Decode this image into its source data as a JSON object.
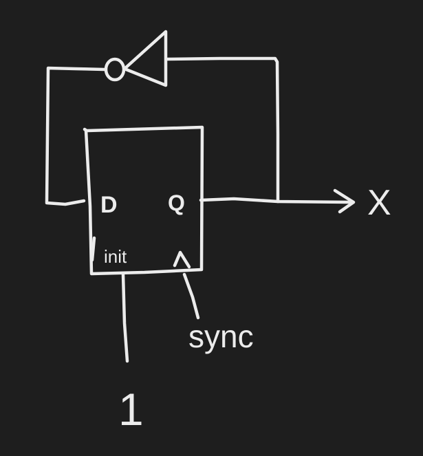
{
  "canvas": {
    "background": "#1e1e1e",
    "ink_color": "#ececec"
  },
  "flipflop": {
    "d_label": "D",
    "q_label": "Q",
    "init_label": "init",
    "clock_label": "sync"
  },
  "inputs": {
    "init_value": "1"
  },
  "outputs": {
    "output_label": "X"
  },
  "components": [
    "d-flip-flop",
    "inverter"
  ]
}
